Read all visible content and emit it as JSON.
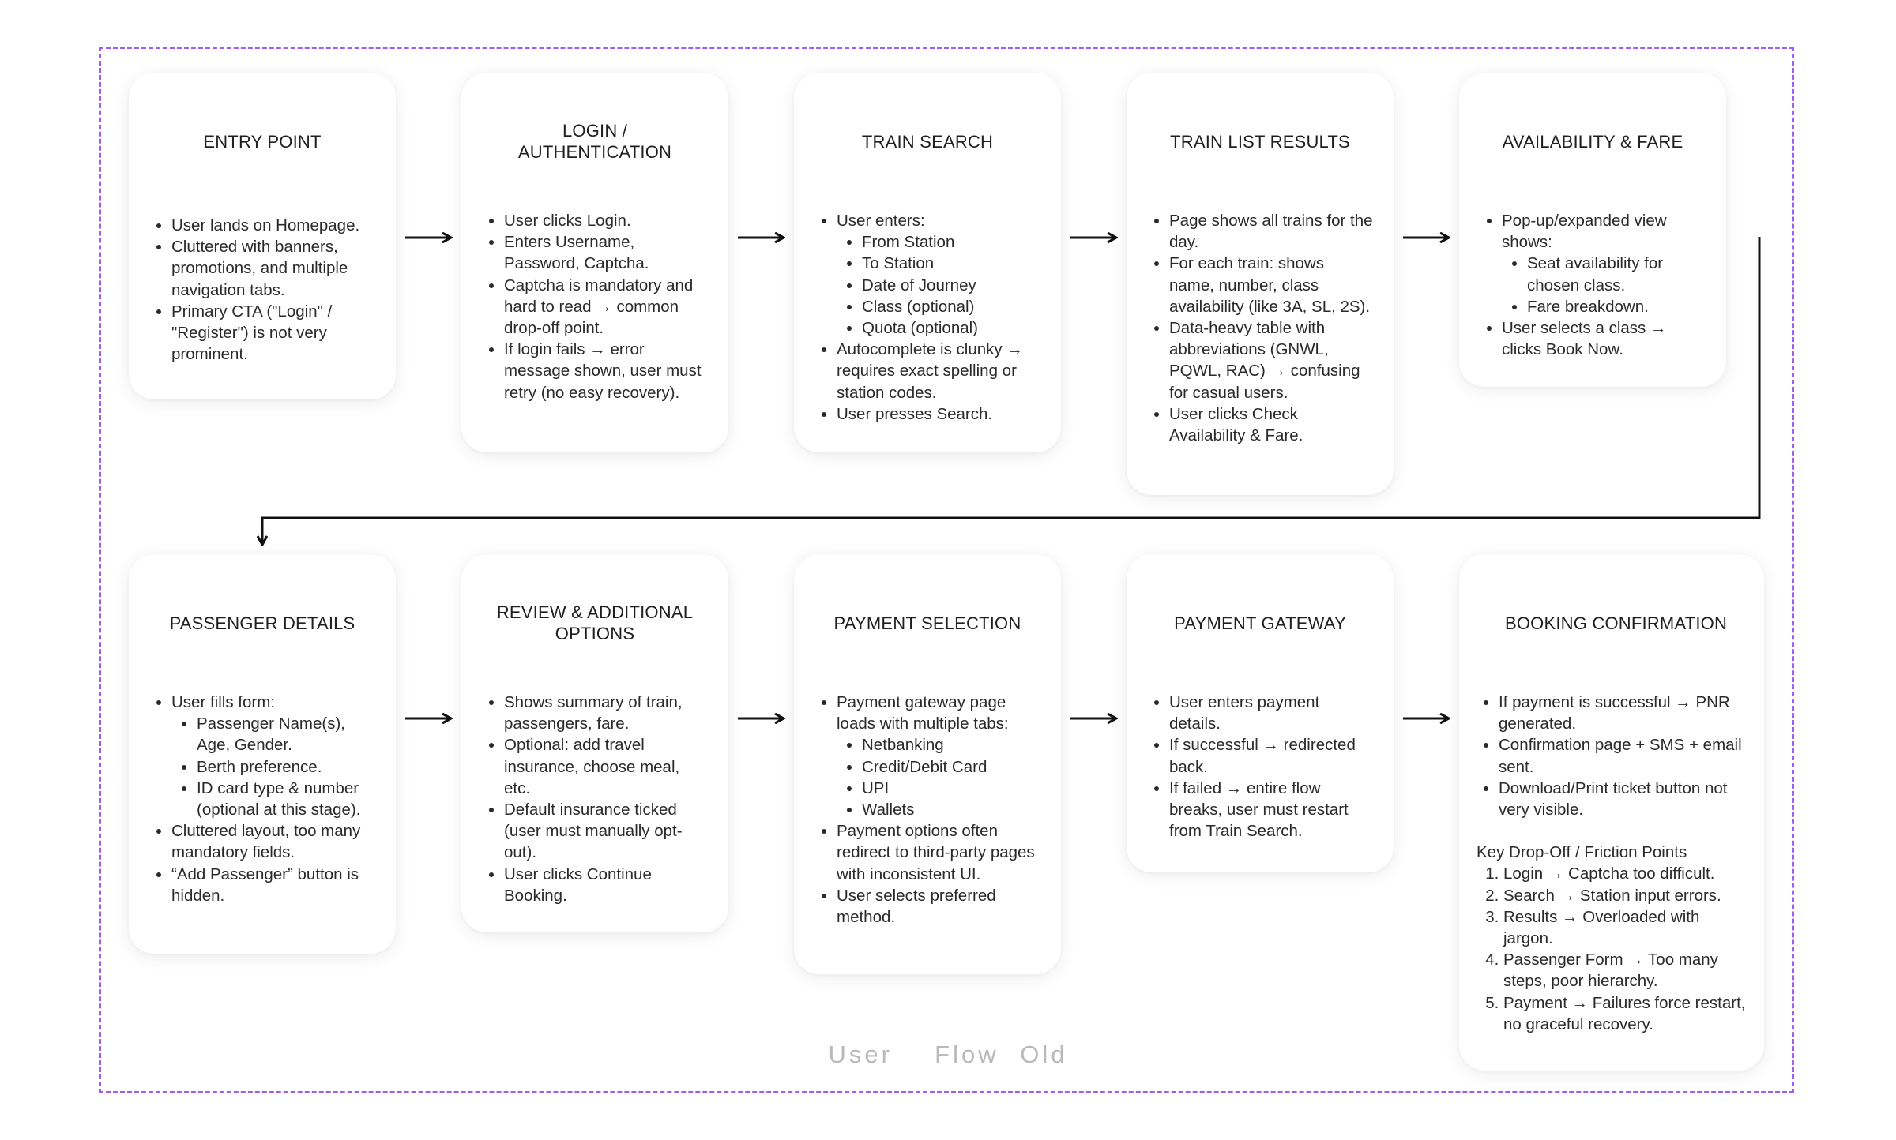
{
  "caption": "User  Flow Old",
  "cards": [
    {
      "title": "ENTRY POINT",
      "items": [
        "User lands on Homepage.",
        "Cluttered with banners, promotions, and multiple navigation tabs.",
        "Primary CTA (\"Login\" / \"Register\") is not very prominent."
      ]
    },
    {
      "title": "LOGIN / AUTHENTICATION",
      "items": [
        "User clicks Login.",
        "Enters Username, Password, Captcha.",
        "Captcha is mandatory and hard to read → common drop-off point.",
        "If login fails → error message shown, user must retry (no easy recovery)."
      ]
    },
    {
      "title": "TRAIN SEARCH",
      "intro": "User enters:",
      "sub": [
        "From Station",
        "To Station",
        "Date of Journey",
        "Class (optional)",
        "Quota (optional)"
      ],
      "items": [
        "Autocomplete is clunky → requires exact spelling or station codes.",
        "User presses Search."
      ]
    },
    {
      "title": "TRAIN LIST RESULTS",
      "items": [
        "Page shows all trains for the day.",
        "For each train: shows name, number, class availability (like 3A, SL, 2S).",
        "Data-heavy table with abbreviations (GNWL, PQWL, RAC) → confusing for casual users.",
        "User clicks Check Availability & Fare."
      ]
    },
    {
      "title": "AVAILABILITY & FARE",
      "intro": "Pop-up/expanded view shows:",
      "sub": [
        "Seat availability for chosen class.",
        "Fare breakdown."
      ],
      "items": [
        "User selects a class → clicks Book Now."
      ]
    },
    {
      "title": "PASSENGER DETAILS",
      "intro": "User fills form:",
      "sub": [
        "Passenger Name(s), Age, Gender.",
        "Berth preference.",
        "ID card type & number (optional at this stage)."
      ],
      "items": [
        "Cluttered layout, too many mandatory fields.",
        "“Add Passenger” button is hidden."
      ]
    },
    {
      "title": "REVIEW & ADDITIONAL OPTIONS",
      "items": [
        "Shows summary of train, passengers, fare.",
        "Optional: add travel insurance, choose meal, etc.",
        "Default insurance ticked (user must manually opt-out).",
        "User clicks Continue Booking."
      ]
    },
    {
      "title": "PAYMENT SELECTION",
      "intro": "Payment gateway page loads with multiple tabs:",
      "sub": [
        "Netbanking",
        "Credit/Debit Card",
        "UPI",
        "Wallets"
      ],
      "items": [
        "Payment options often redirect to third-party pages with inconsistent UI.",
        "User selects preferred method."
      ]
    },
    {
      "title": "PAYMENT GATEWAY",
      "items": [
        "User enters payment details.",
        "If successful → redirected back.",
        "If failed → entire flow breaks, user must restart from Train Search."
      ]
    },
    {
      "title": "BOOKING CONFIRMATION",
      "items": [
        "If payment is successful → PNR generated.",
        "Confirmation page + SMS + email sent.",
        "Download/Print ticket button not very visible."
      ],
      "key_title": "Key Drop-Off / Friction Points",
      "key_points": [
        "Login → Captcha too difficult.",
        "Search → Station input errors.",
        "Results → Overloaded with jargon.",
        "Passenger Form → Too many steps, poor hierarchy.",
        "Payment → Failures force restart, no graceful recovery."
      ]
    }
  ]
}
